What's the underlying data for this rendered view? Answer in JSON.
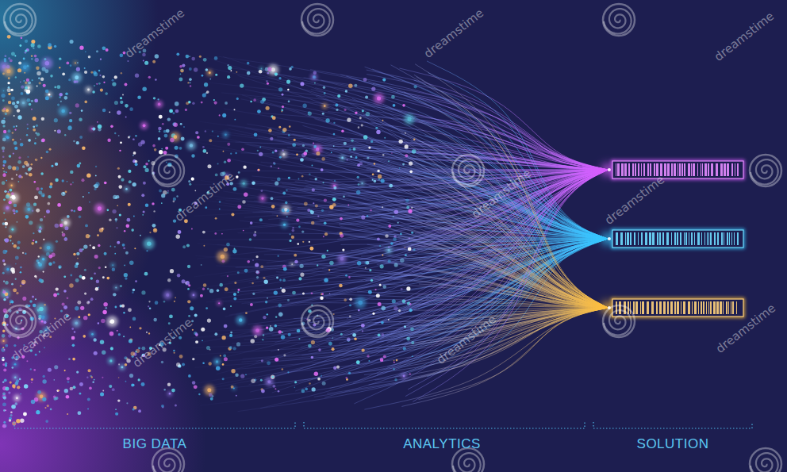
{
  "diagram": {
    "labels": [
      "BIG DATA",
      "ANALYTICS",
      "SOLUTION",
      "dreamstime",
      "dreamstime",
      "dreamstime",
      "dreamstime",
      "dreamstime",
      "dreamstime",
      "dreamstime",
      "dreamstime",
      "dreamstime",
      "dreamstime"
    ]
  }
}
